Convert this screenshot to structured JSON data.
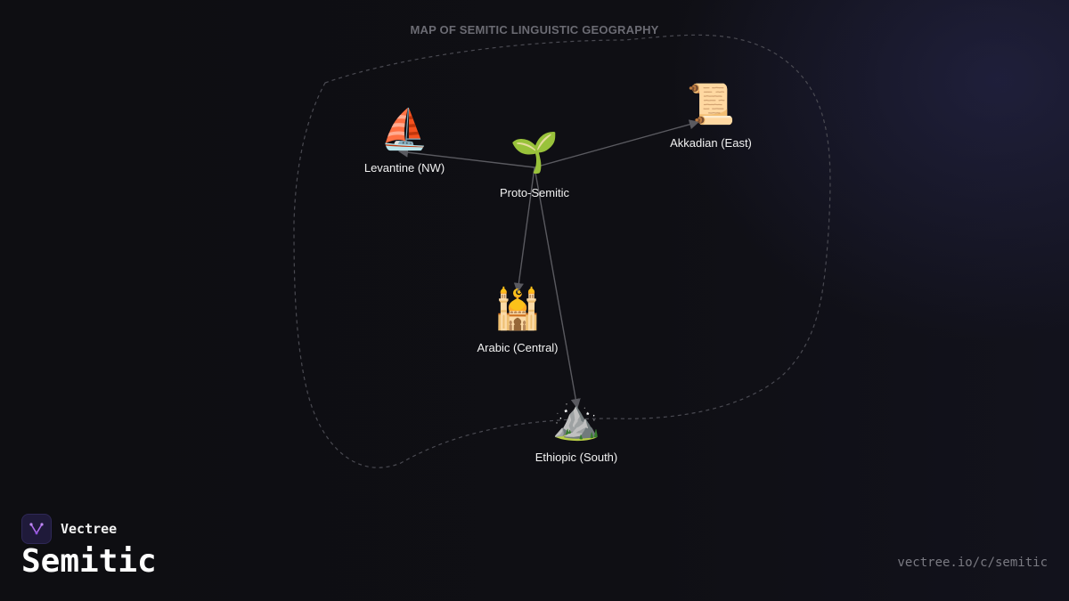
{
  "diagram": {
    "title": "MAP OF SEMITIC LINGUISTIC GEOGRAPHY",
    "nodes": [
      {
        "id": "proto",
        "icon": "🌱",
        "icon_name": "seedling-icon",
        "label": "Proto-Semitic"
      },
      {
        "id": "levantine",
        "icon": "⛵",
        "icon_name": "sailboat-icon",
        "label": "Levantine (NW)"
      },
      {
        "id": "akkadian",
        "icon": "📜",
        "icon_name": "scroll-icon",
        "label": "Akkadian (East)"
      },
      {
        "id": "arabic",
        "icon": "🕌",
        "icon_name": "mosque-icon",
        "label": "Arabic (Central)"
      },
      {
        "id": "ethiopic",
        "icon": "⛰️",
        "icon_name": "mountain-icon",
        "label": "Ethiopic (South)"
      }
    ],
    "edges": [
      {
        "from": "proto",
        "to": "levantine"
      },
      {
        "from": "proto",
        "to": "akkadian"
      },
      {
        "from": "proto",
        "to": "arabic"
      },
      {
        "from": "proto",
        "to": "ethiopic"
      }
    ],
    "colors": {
      "edge": "#5a5a60",
      "region_outline": "#4a4a52"
    }
  },
  "brand": {
    "name": "Vectree",
    "logo_icon": "vectree-logo-icon"
  },
  "page": {
    "title": "Semitic",
    "url": "vectree.io/c/semitic"
  }
}
